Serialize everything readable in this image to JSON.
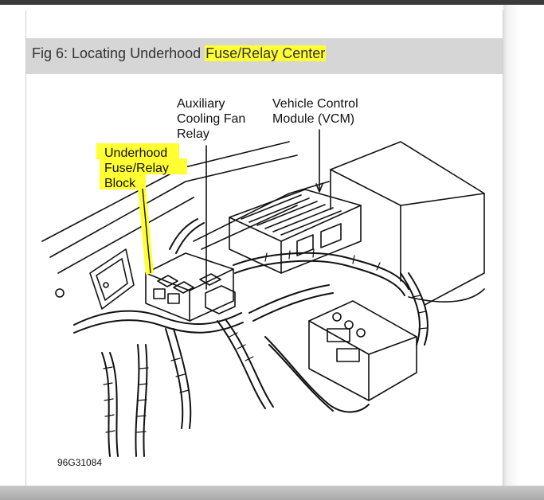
{
  "figure": {
    "title_prefix": "Fig 6: Locating Underhood ",
    "title_highlight": "Fuse/Relay Center",
    "highlight_color": "#ffff33"
  },
  "labels": {
    "aux_fan_relay": [
      "Auxiliary",
      "Cooling Fan",
      "Relay"
    ],
    "vcm": [
      "Vehicle Control",
      "Module (VCM)"
    ],
    "fuse_block": [
      "Underhood",
      "Fuse/Relay",
      "Block"
    ]
  },
  "figure_code": "96G31084"
}
